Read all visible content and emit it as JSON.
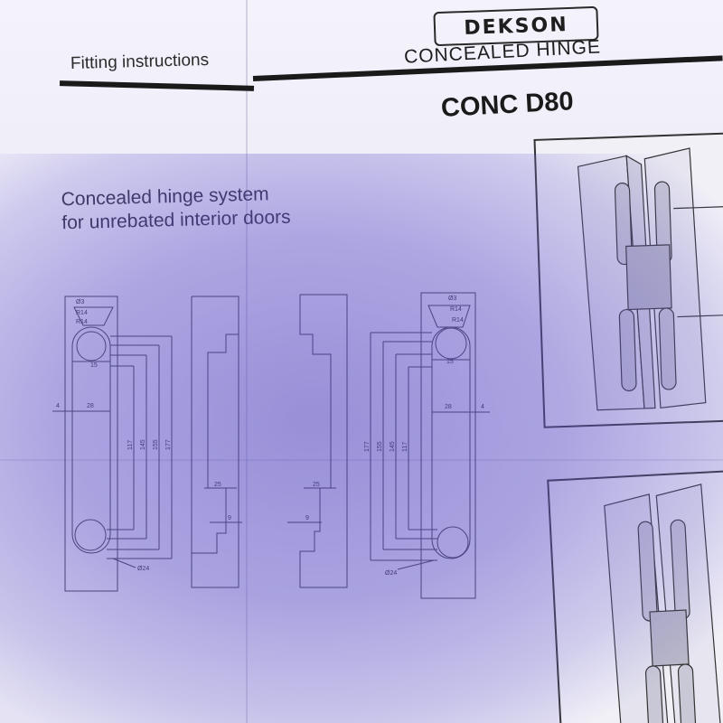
{
  "header": {
    "brand": "DEKSON",
    "fitting_label": "Fitting instructions",
    "product_type": "CONCEALED HINGE",
    "model": "CONC D80"
  },
  "description": {
    "line1": "Concealed hinge system",
    "line2": "for unrebated interior doors"
  },
  "drawing_left": {
    "hole": "Ø3",
    "radius_a": "R14",
    "radius_b": "R14",
    "dim_15": "15",
    "dim_4": "4",
    "dim_28": "28",
    "dim_117": "117",
    "dim_145": "145",
    "dim_155": "155",
    "dim_177": "177",
    "dim_24": "Ø24"
  },
  "drawing_right": {
    "hole": "Ø3",
    "radius_a": "R14",
    "radius_b": "R14",
    "dim_15": "15",
    "dim_4": "4",
    "dim_28": "28",
    "dim_117": "117",
    "dim_145": "145",
    "dim_155": "155",
    "dim_177": "177",
    "dim_24": "Ø24"
  },
  "profile_left": {
    "dim_25": "25",
    "dim_9": "9"
  },
  "profile_right": {
    "dim_25": "25",
    "dim_9": "9"
  }
}
